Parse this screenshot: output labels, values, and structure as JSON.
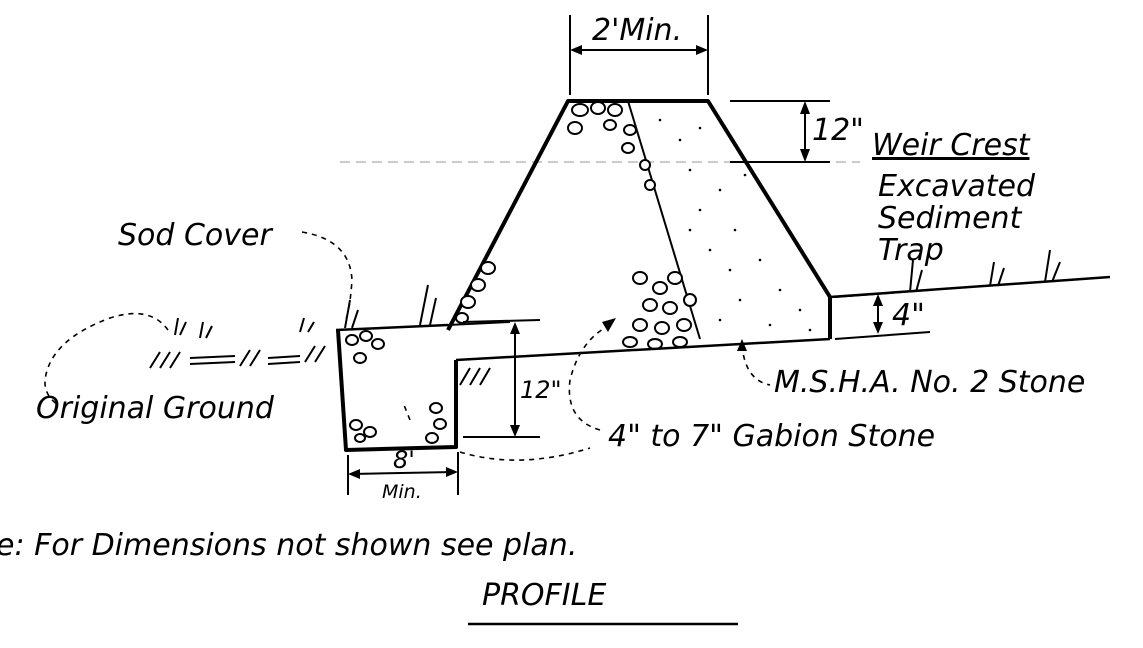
{
  "labels": {
    "top_width": "2'Min.",
    "crest_height": "12\"",
    "weir_crest": "Weir Crest",
    "excavated_line1": "Excavated",
    "excavated_line2": "Sediment",
    "excavated_line3": "Trap",
    "sod_cover": "Sod Cover",
    "trap_depth": "4\"",
    "original_ground": "Original Ground",
    "key_depth": "12\"",
    "key_width": "8'",
    "key_width_min": "Min.",
    "msha_stone": "M.S.H.A. No. 2 Stone",
    "gabion_stone": "4\" to 7\" Gabion Stone",
    "note": "e: For Dimensions not shown see plan.",
    "profile_title": "PROFILE"
  }
}
